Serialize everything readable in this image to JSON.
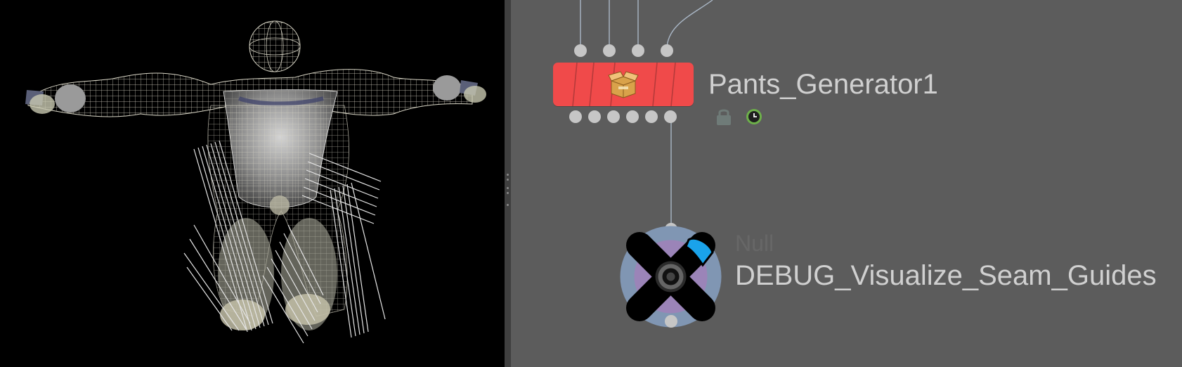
{
  "viewport": {
    "background": "#000000",
    "mesh_color": "#d9d6c6"
  },
  "network": {
    "background": "#5c5c5c",
    "wire_color": "#aab7c6",
    "nodes": [
      {
        "name": "Pants_Generator1",
        "type_icon": "package-box-icon",
        "color": "#f04a4a",
        "input_count": 4,
        "output_count": 6,
        "flags": [
          "lock-icon",
          "clock-icon"
        ]
      },
      {
        "type_label": "Null",
        "name": "DEBUG_Visualize_Seam_Guides",
        "shape": "null-node-icon",
        "input_count": 1,
        "output_count": 1
      }
    ]
  }
}
